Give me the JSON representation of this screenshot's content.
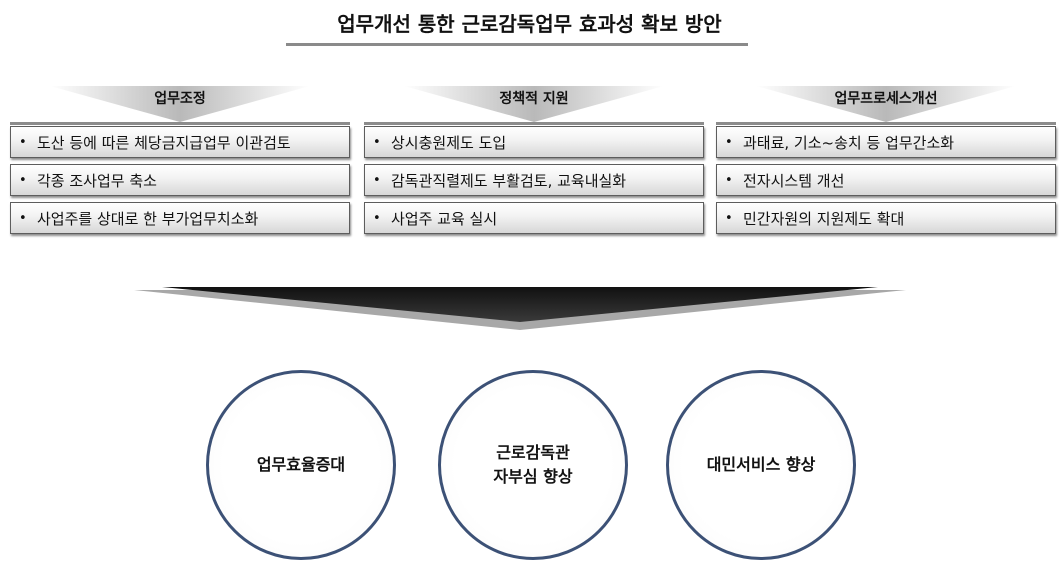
{
  "title": "업무개선 통한 근로감독업무 효과성 확보 방안",
  "columns": [
    {
      "heading": "업무조정",
      "items": [
        "도산 등에 따른 체당금지급업무 이관검토",
        "각종 조사업무 축소",
        "사업주를 상대로 한 부가업무치소화"
      ]
    },
    {
      "heading": "정책적 지원",
      "items": [
        "상시충원제도 도입",
        "감독관직렬제도 부활검토, 교육내실화",
        "사업주 교육 실시"
      ]
    },
    {
      "heading": "업무프로세스개선",
      "items": [
        "과태료, 기소~송치 등 업무간소화",
        "전자시스템 개선",
        "민간자원의 지원제도 확대"
      ]
    }
  ],
  "bullet": "•",
  "outcomes": [
    {
      "line1": "업무효율증대",
      "line2": ""
    },
    {
      "line1": "근로감독관",
      "line2": "자부심 향상"
    },
    {
      "line1": "대민서비스 향상",
      "line2": ""
    }
  ]
}
